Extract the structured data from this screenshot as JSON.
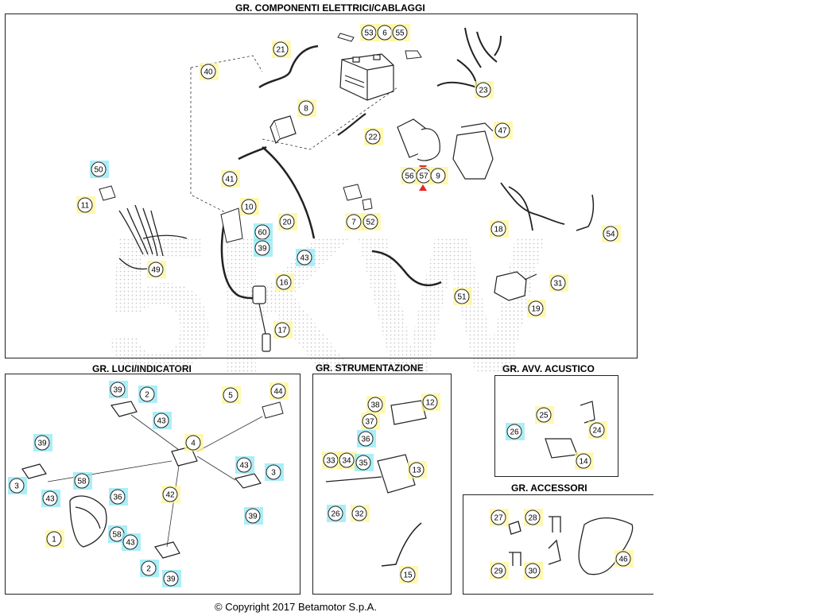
{
  "sections": {
    "main": "GR. COMPONENTI ELETTRICI/CABLAGGI",
    "lights": "GR. LUCI/INDICATORI",
    "instruments": "GR. STRUMENTAZIONE",
    "horn": "GR. AVV. ACUSTICO",
    "accessories": "GR. ACCESSORI"
  },
  "copyright": "© Copyright 2017 Betamotor S.p.A.",
  "watermark": "5KW",
  "colors": {
    "yellow_tag": "#fff59a",
    "cyan_tag": "#8fe8f5",
    "marker": "#e8232a"
  },
  "callouts": [
    {
      "label": "53",
      "kind": "yellow"
    },
    {
      "label": "6",
      "kind": "yellow"
    },
    {
      "label": "55",
      "kind": "yellow"
    },
    {
      "label": "21",
      "kind": "yellow"
    },
    {
      "label": "40",
      "kind": "yellow"
    },
    {
      "label": "8",
      "kind": "yellow"
    },
    {
      "label": "22",
      "kind": "yellow"
    },
    {
      "label": "23",
      "kind": "yellow"
    },
    {
      "label": "47",
      "kind": "yellow"
    },
    {
      "label": "56",
      "kind": "yellow"
    },
    {
      "label": "57",
      "kind": "yellow"
    },
    {
      "label": "9",
      "kind": "yellow"
    },
    {
      "label": "50",
      "kind": "cyan"
    },
    {
      "label": "41",
      "kind": "yellow"
    },
    {
      "label": "11",
      "kind": "yellow"
    },
    {
      "label": "10",
      "kind": "yellow"
    },
    {
      "label": "7",
      "kind": "yellow"
    },
    {
      "label": "52",
      "kind": "yellow"
    },
    {
      "label": "20",
      "kind": "yellow"
    },
    {
      "label": "60",
      "kind": "cyan"
    },
    {
      "label": "18",
      "kind": "yellow"
    },
    {
      "label": "54",
      "kind": "yellow"
    },
    {
      "label": "39",
      "kind": "cyan"
    },
    {
      "label": "43",
      "kind": "cyan"
    },
    {
      "label": "49",
      "kind": "yellow"
    },
    {
      "label": "16",
      "kind": "yellow"
    },
    {
      "label": "31",
      "kind": "yellow"
    },
    {
      "label": "51",
      "kind": "yellow"
    },
    {
      "label": "19",
      "kind": "yellow"
    },
    {
      "label": "17",
      "kind": "yellow"
    },
    {
      "label": "39",
      "kind": "cyan"
    },
    {
      "label": "2",
      "kind": "cyan"
    },
    {
      "label": "5",
      "kind": "yellow"
    },
    {
      "label": "44",
      "kind": "yellow"
    },
    {
      "label": "43",
      "kind": "cyan"
    },
    {
      "label": "4",
      "kind": "yellow"
    },
    {
      "label": "39",
      "kind": "cyan"
    },
    {
      "label": "43",
      "kind": "cyan"
    },
    {
      "label": "3",
      "kind": "cyan"
    },
    {
      "label": "3",
      "kind": "cyan"
    },
    {
      "label": "58",
      "kind": "cyan"
    },
    {
      "label": "42",
      "kind": "yellow"
    },
    {
      "label": "43",
      "kind": "cyan"
    },
    {
      "label": "36",
      "kind": "cyan"
    },
    {
      "label": "39",
      "kind": "cyan"
    },
    {
      "label": "1",
      "kind": "yellow"
    },
    {
      "label": "58",
      "kind": "cyan"
    },
    {
      "label": "43",
      "kind": "cyan"
    },
    {
      "label": "2",
      "kind": "cyan"
    },
    {
      "label": "39",
      "kind": "cyan"
    },
    {
      "label": "38",
      "kind": "yellow"
    },
    {
      "label": "12",
      "kind": "yellow"
    },
    {
      "label": "37",
      "kind": "yellow"
    },
    {
      "label": "36",
      "kind": "cyan"
    },
    {
      "label": "33",
      "kind": "yellow"
    },
    {
      "label": "34",
      "kind": "yellow"
    },
    {
      "label": "35",
      "kind": "cyan"
    },
    {
      "label": "13",
      "kind": "yellow"
    },
    {
      "label": "26",
      "kind": "cyan"
    },
    {
      "label": "32",
      "kind": "yellow"
    },
    {
      "label": "15",
      "kind": "yellow"
    },
    {
      "label": "25",
      "kind": "yellow"
    },
    {
      "label": "24",
      "kind": "yellow"
    },
    {
      "label": "26",
      "kind": "cyan"
    },
    {
      "label": "14",
      "kind": "yellow"
    },
    {
      "label": "27",
      "kind": "yellow"
    },
    {
      "label": "28",
      "kind": "yellow"
    },
    {
      "label": "46",
      "kind": "yellow"
    },
    {
      "label": "29",
      "kind": "yellow"
    },
    {
      "label": "30",
      "kind": "yellow"
    }
  ]
}
